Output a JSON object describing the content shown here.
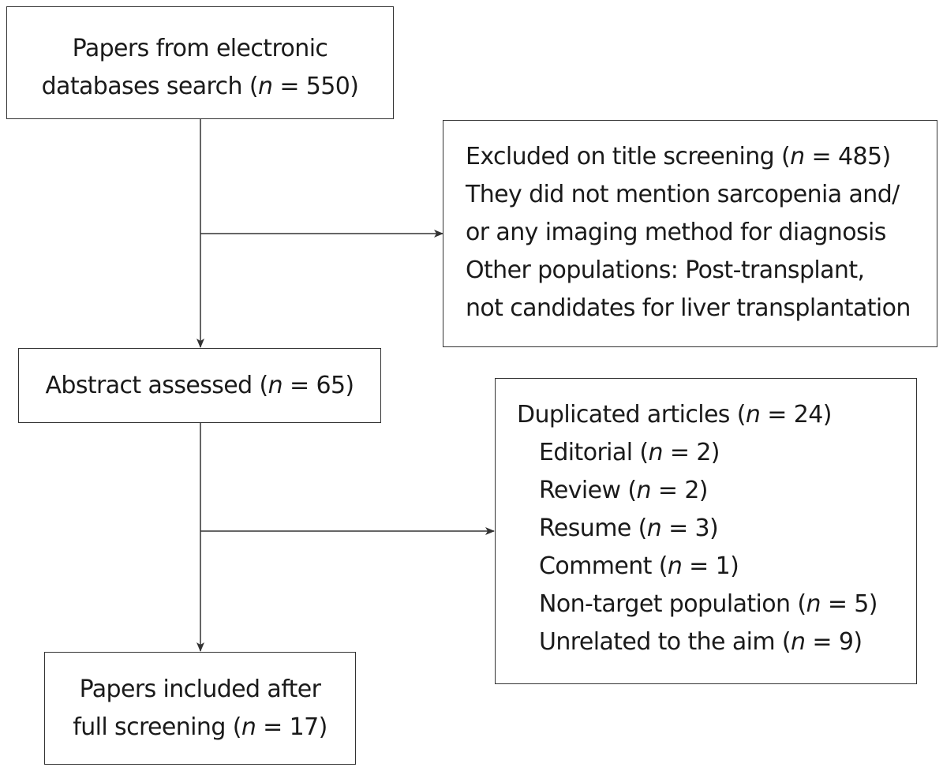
{
  "boxes": {
    "search": {
      "lines": [
        {
          "pre": "Papers from electronic",
          "n": "",
          "post": ""
        },
        {
          "pre": "databases search (",
          "n": "n",
          "post": " = 550)"
        }
      ]
    },
    "excluded_title": {
      "lines": [
        {
          "pre": "Excluded on title screening (",
          "n": "n",
          "post": " = 485)"
        },
        {
          "pre": "They did not mention sarcopenia and/",
          "n": "",
          "post": ""
        },
        {
          "pre": "or any imaging method for diagnosis",
          "n": "",
          "post": ""
        },
        {
          "pre": "Other populations: Post-transplant,",
          "n": "",
          "post": ""
        },
        {
          "pre": "not candidates for liver transplantation",
          "n": "",
          "post": ""
        }
      ]
    },
    "abstract": {
      "lines": [
        {
          "pre": "Abstract assessed (",
          "n": "n",
          "post": " = 65)"
        }
      ]
    },
    "excluded_abstract": {
      "lines": [
        {
          "pre": "Duplicated articles (",
          "n": "n",
          "post": " = 24)"
        },
        {
          "pre": "Editorial (",
          "n": "n",
          "post": " = 2)"
        },
        {
          "pre": "Review (",
          "n": "n",
          "post": " = 2)"
        },
        {
          "pre": "Resume (",
          "n": "n",
          "post": " = 3)"
        },
        {
          "pre": "Comment (",
          "n": "n",
          "post": " = 1)"
        },
        {
          "pre": "Non-target population (",
          "n": "n",
          "post": " = 5)"
        },
        {
          "pre": "Unrelated to the aim (",
          "n": "n",
          "post": " = 9)"
        }
      ]
    },
    "included": {
      "lines": [
        {
          "pre": "Papers included after",
          "n": "",
          "post": ""
        },
        {
          "pre": "full screening (",
          "n": "n",
          "post": " = 17)"
        }
      ]
    }
  },
  "colors": {
    "stroke": "#333333",
    "text": "#1a1a1a",
    "background": "#ffffff"
  }
}
